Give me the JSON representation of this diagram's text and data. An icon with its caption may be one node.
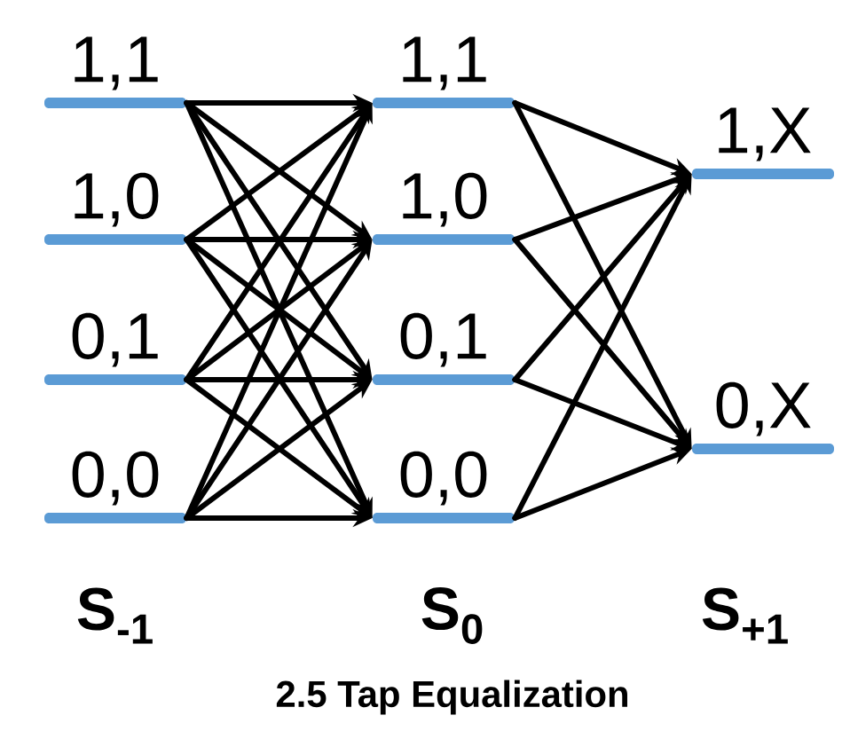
{
  "diagram": {
    "caption": "2.5 Tap Equalization",
    "nodes": [
      {
        "text": [
          "1,1"
        ]
      },
      {
        "text": [
          "1,0"
        ]
      },
      {
        "text": [
          "0,1"
        ]
      },
      {
        "text": [
          "0,0"
        ]
      },
      {
        "text": [
          "1,1"
        ]
      },
      {
        "text": [
          "1,0"
        ]
      },
      {
        "text": [
          "0,1"
        ]
      },
      {
        "text": [
          "0,0"
        ]
      },
      {
        "text": [
          "1,X"
        ]
      },
      {
        "text": [
          "0,X"
        ]
      }
    ],
    "edges": [
      {
        "from": 0,
        "to": 4,
        "arrow": "to"
      },
      {
        "from": 0,
        "to": 5,
        "arrow": "to"
      },
      {
        "from": 0,
        "to": 6,
        "arrow": "to"
      },
      {
        "from": 0,
        "to": 7,
        "arrow": "to"
      },
      {
        "from": 1,
        "to": 4,
        "arrow": "to"
      },
      {
        "from": 1,
        "to": 5,
        "arrow": "to"
      },
      {
        "from": 1,
        "to": 6,
        "arrow": "to"
      },
      {
        "from": 1,
        "to": 7,
        "arrow": "to"
      },
      {
        "from": 2,
        "to": 4,
        "arrow": "to"
      },
      {
        "from": 2,
        "to": 5,
        "arrow": "to"
      },
      {
        "from": 2,
        "to": 6,
        "arrow": "to"
      },
      {
        "from": 2,
        "to": 7,
        "arrow": "to"
      },
      {
        "from": 3,
        "to": 4,
        "arrow": "to"
      },
      {
        "from": 3,
        "to": 5,
        "arrow": "to"
      },
      {
        "from": 3,
        "to": 6,
        "arrow": "to"
      },
      {
        "from": 3,
        "to": 7,
        "arrow": "to"
      },
      {
        "from": 4,
        "to": 8,
        "arrow": "to"
      },
      {
        "from": 4,
        "to": 9,
        "arrow": "to"
      },
      {
        "from": 5,
        "to": 8,
        "arrow": "to"
      },
      {
        "from": 5,
        "to": 9,
        "arrow": "to"
      },
      {
        "from": 6,
        "to": 8,
        "arrow": "to"
      },
      {
        "from": 6,
        "to": 9,
        "arrow": "to"
      },
      {
        "from": 7,
        "to": 8,
        "arrow": "to"
      },
      {
        "from": 7,
        "to": 9,
        "arrow": "to"
      }
    ],
    "labels": [
      "S$_{-1}$",
      "S$_{0}$",
      "S$_{+1}$"
    ]
  }
}
